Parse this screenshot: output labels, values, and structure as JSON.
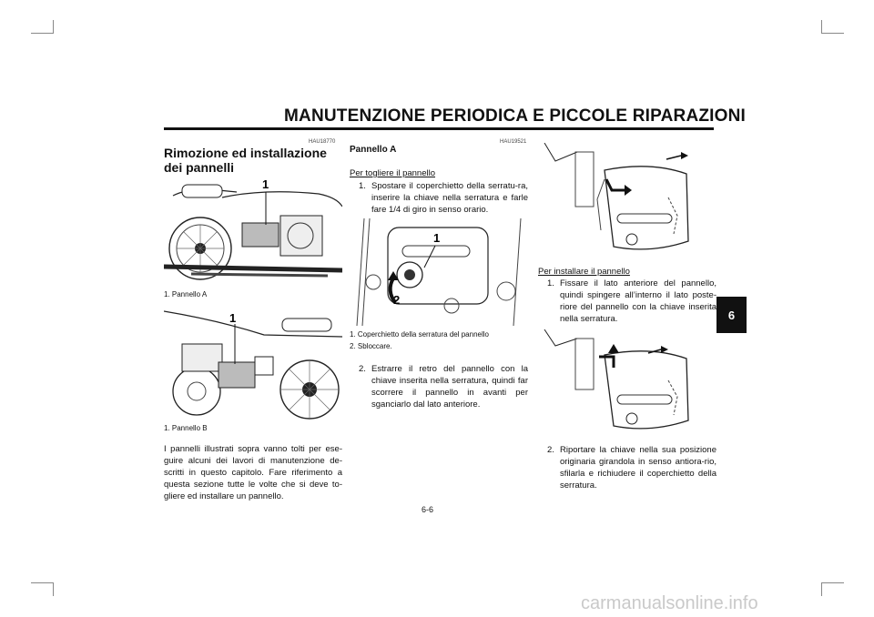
{
  "header": {
    "title": "MANUTENZIONE PERIODICA E PICCOLE RIPARAZIONI"
  },
  "page_number": "6-6",
  "chapter_tab": "6",
  "watermark": "carmanualsonline.info",
  "col1": {
    "code": "HAU18770",
    "title": "Rimozione ed installazione dei pannelli",
    "fig1_callout": "1",
    "fig1_caption": "1. Pannello A",
    "fig2_callout": "1",
    "fig2_caption": "1. Pannello B",
    "body": "I pannelli illustrati sopra vanno tolti per ese-guire alcuni dei lavori di manutenzione de-scritti in questo capitolo. Fare riferimento a questa sezione tutte le volte che si deve to-gliere ed installare un pannello."
  },
  "col2": {
    "code": "HAU19521",
    "title": "Pannello A",
    "remove_heading": "Per togliere il pannello",
    "step1_num": "1.",
    "step1": "Spostare il coperchietto della serratu-ra, inserire la chiave nella serratura e farle fare 1/4 di giro in senso orario.",
    "fig_callout1": "1",
    "fig_callout2": "2",
    "caption1": "1. Coperchietto della serratura del pannello",
    "caption2": "2. Sbloccare.",
    "step2_num": "2.",
    "step2": "Estrarre il retro del pannello con la chiave inserita nella serratura, quindi far scorrere il pannello in avanti per sganciarlo dal lato anteriore."
  },
  "col3": {
    "install_heading": "Per installare il pannello",
    "step1_num": "1.",
    "step1": "Fissare il lato anteriore del pannello, quindi spingere all’interno il lato poste-riore del pannello con la chiave inserita nella serratura.",
    "step2_num": "2.",
    "step2": "Riportare la chiave nella sua posizione originaria girandola in senso antiora-rio, sfilarla e richiudere il coperchietto della serratura."
  }
}
